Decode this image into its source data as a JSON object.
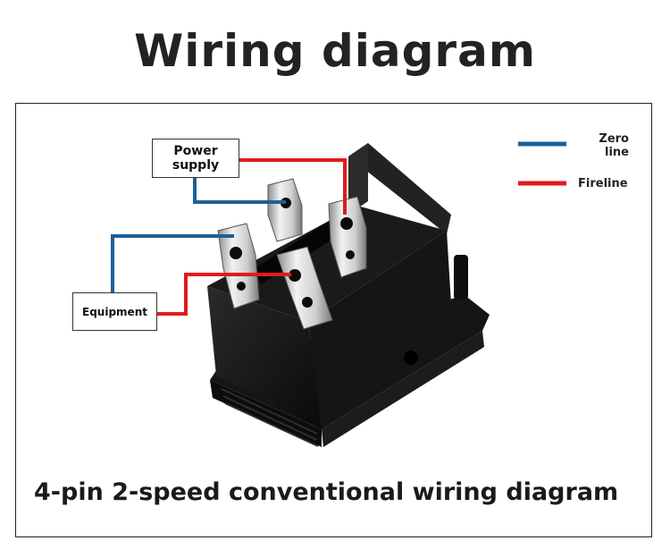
{
  "title": "Wiring diagram",
  "labels": {
    "power_supply": "Power supply",
    "equipment": "Equipment"
  },
  "legend": [
    {
      "label": "Zero line",
      "color": "#1f5f95"
    },
    {
      "label": "Fireline",
      "color": "#e01b1b"
    }
  ],
  "caption": "4-pin 2-speed conventional wiring diagram",
  "colors": {
    "zero_line": "#1f5f95",
    "fireline": "#e01b1b",
    "switch_body": "#111111",
    "terminal": "#d9d9d9"
  }
}
